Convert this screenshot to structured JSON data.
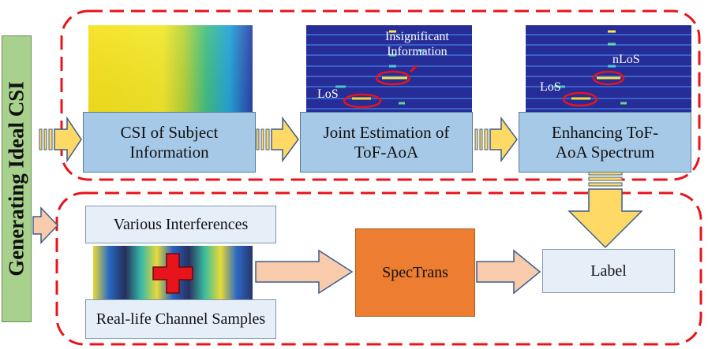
{
  "side_label": "Generating Ideal CSI",
  "top_row": {
    "box1": {
      "line1": "CSI of Subject",
      "line2": "Information"
    },
    "box2": {
      "line1": "Joint Estimation of",
      "line2": "ToF-AoA"
    },
    "box3": {
      "line1": "Enhancing ToF-",
      "line2": "AoA Spectrum"
    }
  },
  "spectrum_annotations": {
    "insignificant_line1": "Insignificant",
    "insignificant_line2": "Information",
    "los_1": "LoS",
    "los_2": "LoS",
    "nlos": "nLoS"
  },
  "bottom_row": {
    "interference": "Various Interferences",
    "samples": "Real-life Channel Samples",
    "model": "SpecTrans",
    "label": "Label"
  },
  "colors": {
    "dashed_border": "#e8141b",
    "blue_box": "#a6c9e8",
    "green_label": "#a9d18e",
    "orange_model": "#ed7d31",
    "arrow_yellow": "#ffd966",
    "arrow_peach": "#f8cbad",
    "spectrum_bg": "#2a2f9e"
  }
}
